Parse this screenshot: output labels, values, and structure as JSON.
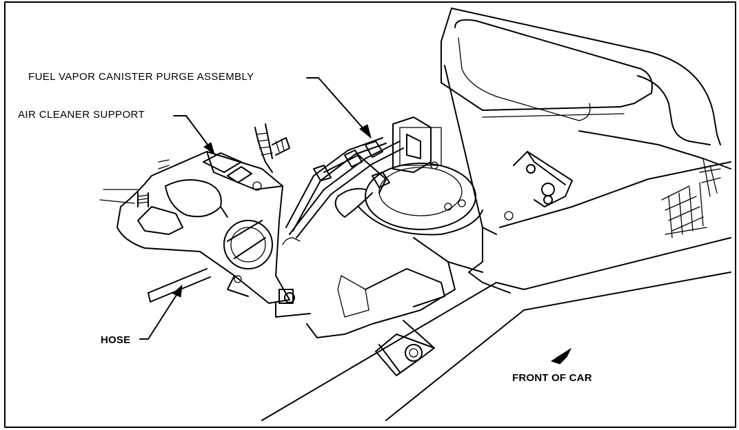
{
  "labels": {
    "fuel_vapor": "FUEL VAPOR CANISTER PURGE ASSEMBLY",
    "air_cleaner": "AIR CLEANER SUPPORT",
    "hose": "HOSE",
    "front_of_car": "FRONT OF CAR"
  },
  "colors": {
    "line": "#000000",
    "background": "#ffffff"
  }
}
